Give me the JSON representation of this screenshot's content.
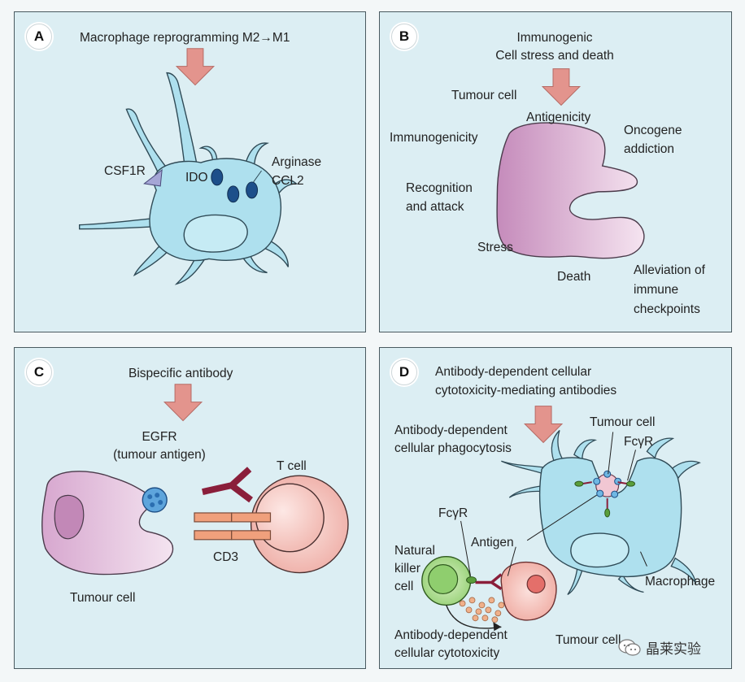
{
  "panels": {
    "a": {
      "letter": "A",
      "title": "Macrophage reprogramming M2→M1",
      "labels": {
        "csf1r": "CSF1R",
        "ido": "IDO",
        "arginase": "Arginase",
        "ccl2": "CCL2"
      }
    },
    "b": {
      "letter": "B",
      "title_line1": "Immunogenic",
      "title_line2": "Cell stress and death",
      "labels": {
        "tumour_cell": "Tumour cell",
        "antigenicity": "Antigenicity",
        "immunogenicity": "Immunogenicity",
        "oncogene_1": "Oncogene",
        "oncogene_2": "addiction",
        "recognition_1": "Recognition",
        "recognition_2": "and attack",
        "stress": "Stress",
        "death": "Death",
        "alleviation_1": "Alleviation of",
        "alleviation_2": "immune",
        "alleviation_3": "checkpoints"
      }
    },
    "c": {
      "letter": "C",
      "title": "Bispecific antibody",
      "labels": {
        "egfr_1": "EGFR",
        "egfr_2": "(tumour antigen)",
        "t_cell": "T cell",
        "cd3": "CD3",
        "tumour_cell": "Tumour cell"
      }
    },
    "d": {
      "letter": "D",
      "title_line1": "Antibody-dependent cellular",
      "title_line2": "cytotoxicity-mediating antibodies",
      "labels": {
        "adcp_1": "Antibody-dependent",
        "adcp_2": "cellular phagocytosis",
        "tumour_cell_top": "Tumour cell",
        "fcgr_top": "FcγR",
        "fcgr_left": "FcγR",
        "antigen": "Antigen",
        "nk_1": "Natural",
        "nk_2": "killer",
        "nk_3": "cell",
        "macrophage": "Macrophage",
        "adcc_1": "Antibody-dependent",
        "adcc_2": "cellular cytotoxicity",
        "tumour_cell_bottom": "Tumour cell"
      }
    }
  },
  "watermark": "晶莱实验",
  "colors": {
    "panel_bg": "#dceef3",
    "arrow": "#e3948d",
    "macrophage": "#aee0ee",
    "tumour": "#d9aed3",
    "antibody": "#8a1e3a",
    "t_cell": "#f4c6c0",
    "nk_cell": "#8fce6e"
  }
}
